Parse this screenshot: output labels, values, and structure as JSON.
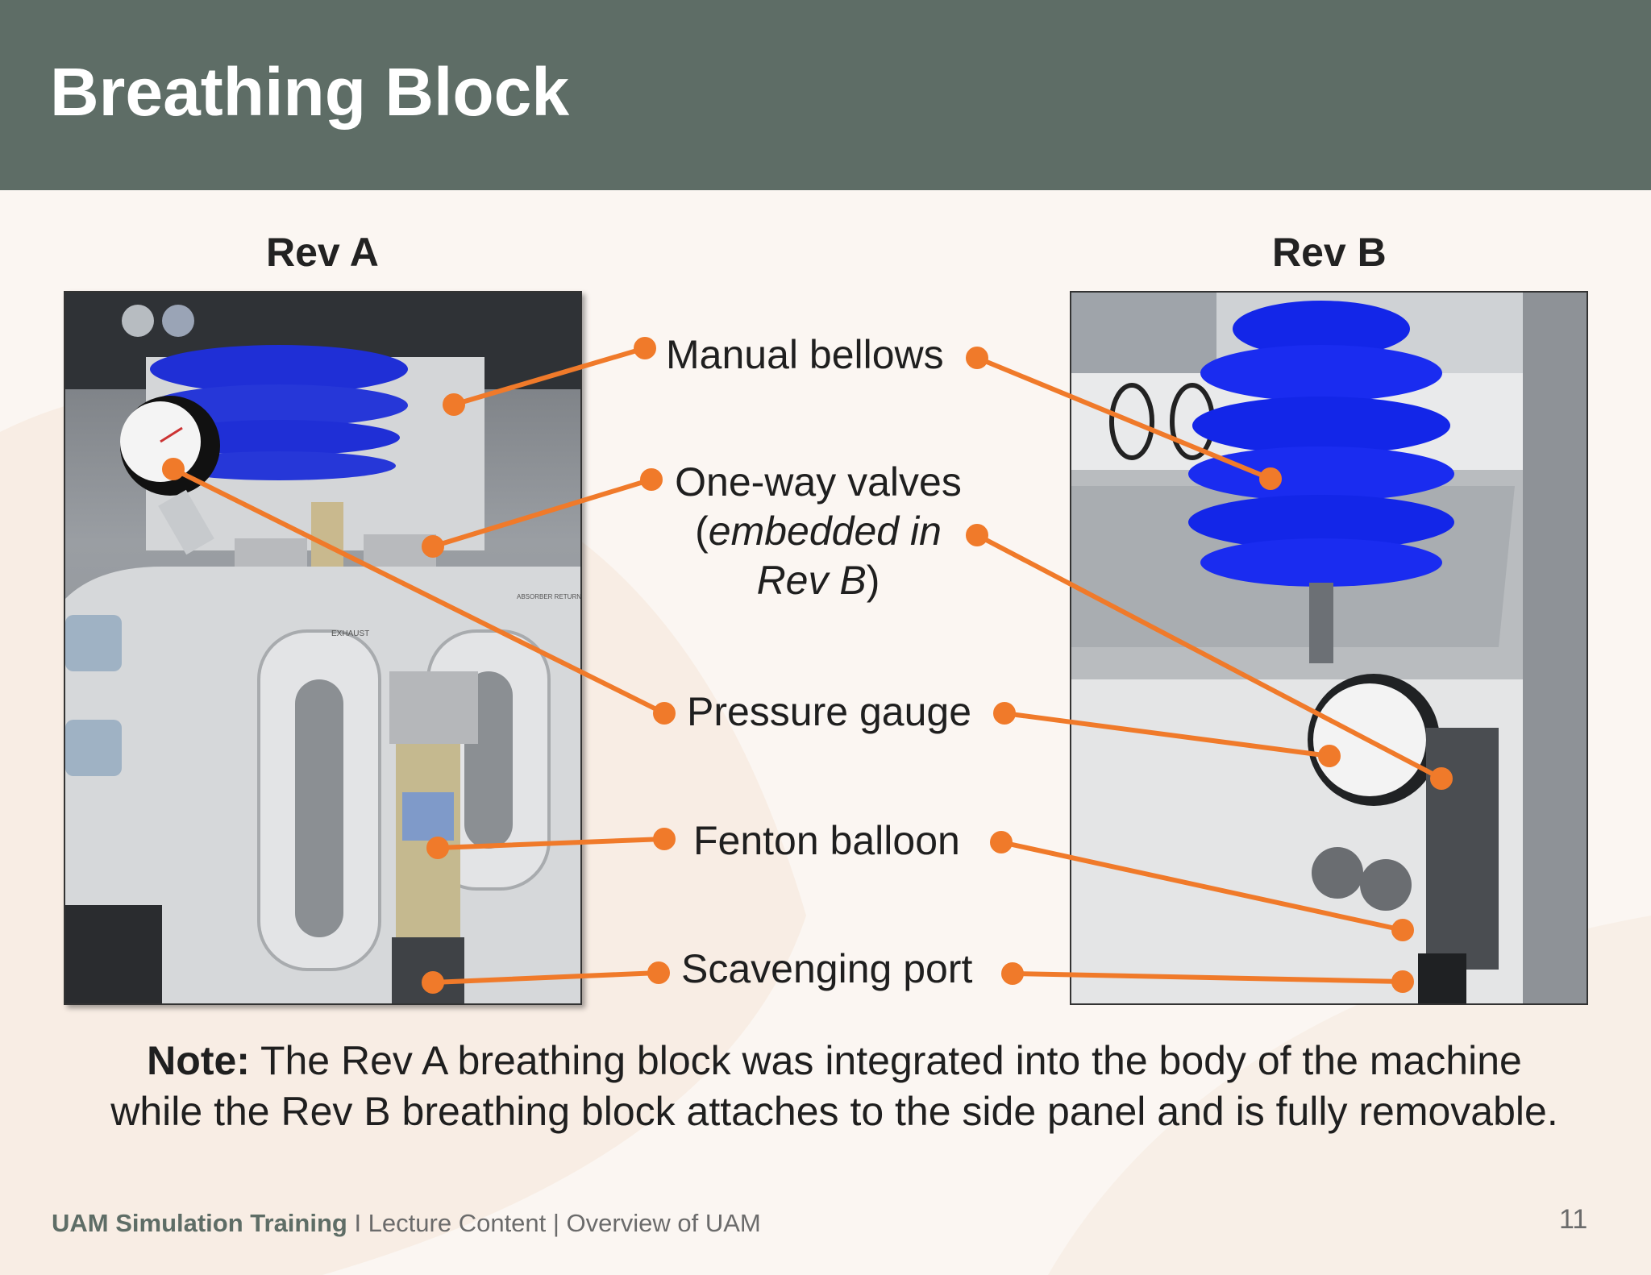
{
  "slide": {
    "title": "Breathing Block",
    "rev_a_label": "Rev A",
    "rev_b_label": "Rev B"
  },
  "callouts": {
    "manual_bellows": "Manual bellows",
    "one_way_valves_line1": "One-way valves",
    "one_way_valves_paren_open": "(",
    "one_way_valves_italic_1": "embedded in",
    "one_way_valves_italic_2": "Rev B",
    "one_way_valves_paren_close": ")",
    "pressure_gauge": "Pressure gauge",
    "fenton_balloon": "Fenton balloon",
    "scavenging_port": "Scavenging port"
  },
  "note": {
    "label": "Note:",
    "text": "The Rev A breathing block was integrated into the body of the machine while the Rev B breathing block attaches to the side panel and is fully removable."
  },
  "footer": {
    "brand": "UAM Simulation Training",
    "rest": " I Lecture Content | Overview of UAM",
    "page_number": "11"
  },
  "photo_labels": {
    "exhaust": "EXHAUST",
    "absorber_return": "ABSORBER RETURN"
  },
  "colors": {
    "header": "#5e6d66",
    "connector": "#f07a2a",
    "bellows_blue": "#1f2fd6",
    "background": "#fbf6f2"
  }
}
